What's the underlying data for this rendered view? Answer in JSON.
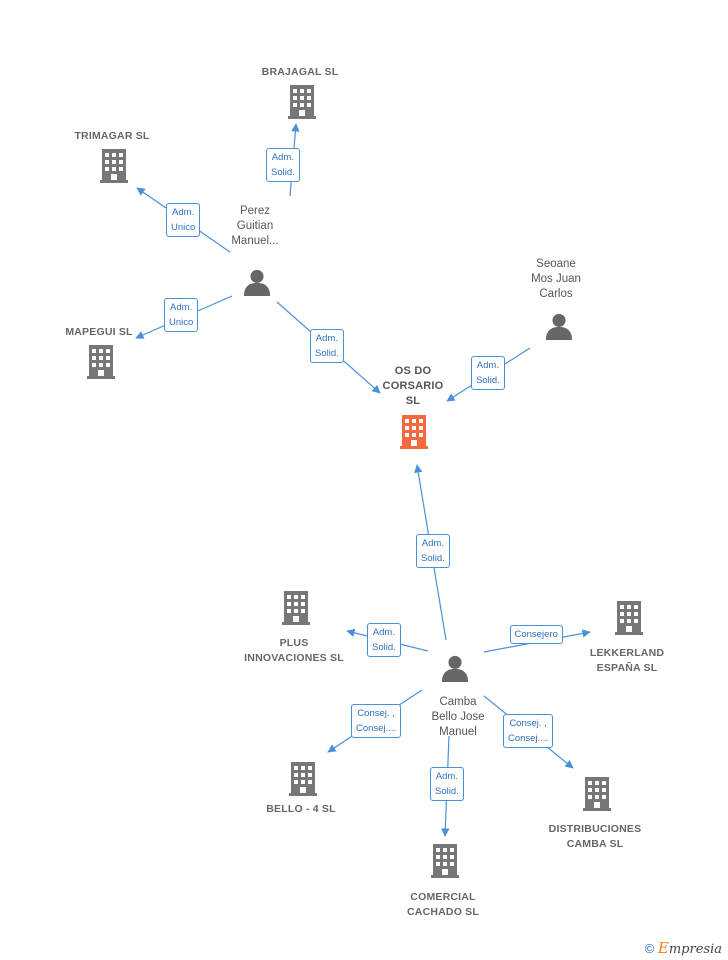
{
  "colors": {
    "company": "#777777",
    "main_company": "#f26a3d",
    "person": "#666666",
    "edge": "#4a90d9"
  },
  "nodes": [
    {
      "id": "brajagal",
      "kind": "company",
      "label": "BRAJAGAL  SL"
    },
    {
      "id": "trimagar",
      "kind": "company",
      "label": "TRIMAGAR  SL"
    },
    {
      "id": "mapegui",
      "kind": "company",
      "label": "MAPEGUI SL"
    },
    {
      "id": "perez",
      "kind": "person",
      "label": "Perez\nGuitian\nManuel..."
    },
    {
      "id": "seoane",
      "kind": "person",
      "label": "Seoane\nMos Juan\nCarlos"
    },
    {
      "id": "osdo",
      "kind": "main",
      "label": "OS DO\nCORSARIO\nSL"
    },
    {
      "id": "plus",
      "kind": "company",
      "label": "PLUS\nINNOVACIONES SL"
    },
    {
      "id": "lekkerland",
      "kind": "company",
      "label": "LEKKERLAND\nESPAÑA SL"
    },
    {
      "id": "camba",
      "kind": "person",
      "label": "Camba\nBello Jose\nManuel"
    },
    {
      "id": "bello4",
      "kind": "company",
      "label": "BELLO -  4 SL"
    },
    {
      "id": "distribuciones",
      "kind": "company",
      "label": "DISTRIBUCIONES\nCAMBA SL"
    },
    {
      "id": "comercial",
      "kind": "company",
      "label": "COMERCIAL\nCACHADO  SL"
    }
  ],
  "edges": [
    {
      "id": "e1",
      "label": "Adm.\nSolid."
    },
    {
      "id": "e2",
      "label": "Adm.\nUnico"
    },
    {
      "id": "e3",
      "label": "Adm.\nUnico"
    },
    {
      "id": "e4",
      "label": "Adm.\nSolid."
    },
    {
      "id": "e5",
      "label": "Adm.\nSolid."
    },
    {
      "id": "e6",
      "label": "Adm.\nSolid."
    },
    {
      "id": "e7",
      "label": "Adm.\nSolid."
    },
    {
      "id": "e8",
      "label": "Consejero"
    },
    {
      "id": "e9",
      "label": "Consej. ,\nConsej...."
    },
    {
      "id": "e10",
      "label": "Consej. ,\nConsej...."
    },
    {
      "id": "e11",
      "label": "Adm.\nSolid."
    }
  ],
  "footer": {
    "copyright_symbol": "©",
    "brand_initial": "E",
    "brand_rest": "mpresia"
  }
}
